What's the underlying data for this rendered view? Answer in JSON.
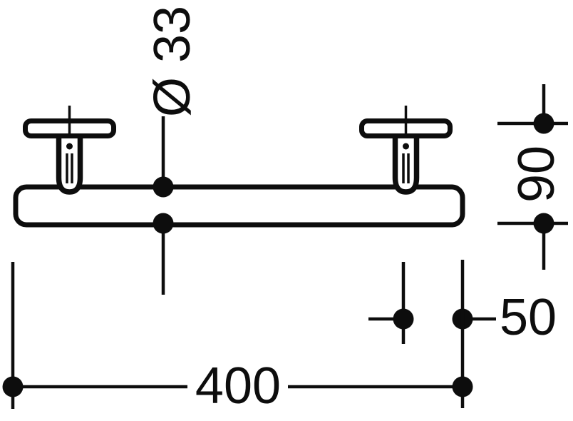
{
  "drawing": {
    "background_color": "#ffffff",
    "line_color": "#0d0d0d",
    "labels": {
      "diameter": "Ø 33",
      "projection": "90",
      "end_offset": "50",
      "overall_length": "400"
    }
  }
}
